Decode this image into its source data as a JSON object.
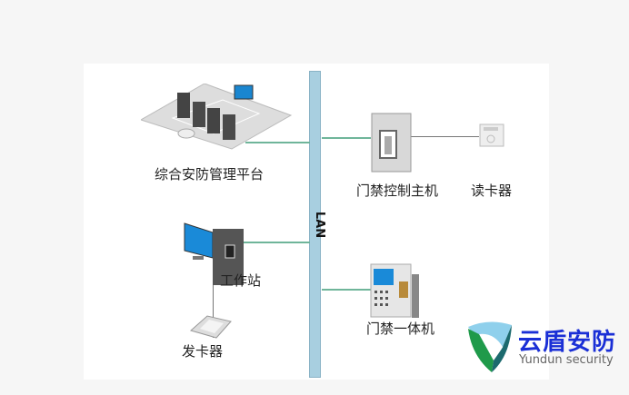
{
  "network": {
    "label": "LAN"
  },
  "nodes": {
    "platform": "综合安防管理平台",
    "controller": "门禁控制主机",
    "reader": "读卡器",
    "workstation": "工作站",
    "issuer": "发卡器",
    "all_in_one": "门禁一体机"
  },
  "logo": {
    "name_cn": "云盾安防",
    "name_en": "Yundun security"
  },
  "colors": {
    "lan": "#a8cfe0",
    "link": "#6fb59a",
    "logo_blue": "#1a2fd6",
    "logo_green": "#1f9a4a"
  }
}
